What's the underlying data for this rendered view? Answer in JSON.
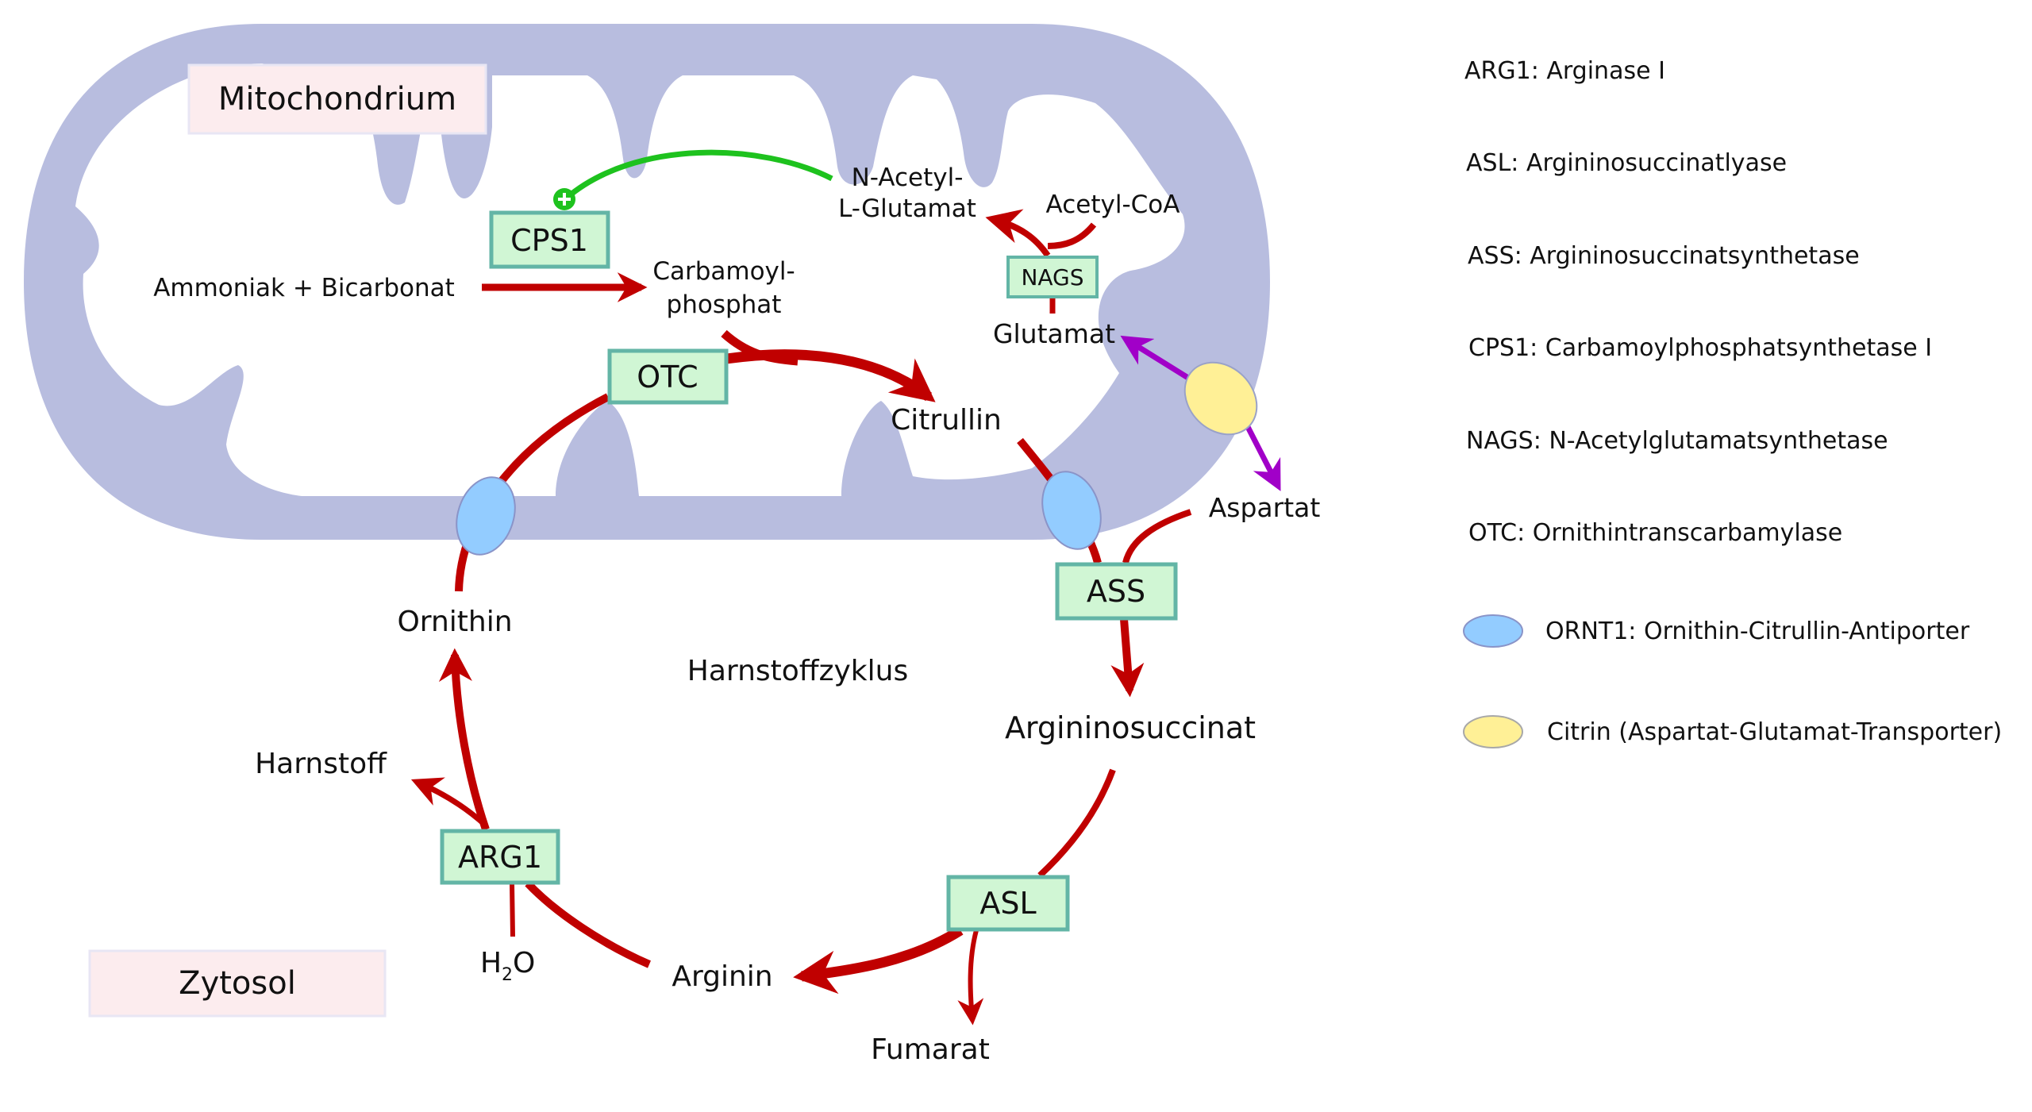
{
  "diagram": {
    "title": "Harnstoffzyklus",
    "compartments": {
      "mitochondrion": "Mitochondrium",
      "cytosol": "Zytosol"
    },
    "metabolites": {
      "ammoniak_bicarbonat": "Ammoniak + Bicarbonat",
      "carbamoylphosphat_line1": "Carbamoyl-",
      "carbamoylphosphat_line2": "phosphat",
      "n_acetyl_line1": "N-Acetyl-",
      "n_acetyl_line2": "L-Glutamat",
      "acetyl_coa": "Acetyl-CoA",
      "glutamat": "Glutamat",
      "citrullin": "Citrullin",
      "aspartat": "Aspartat",
      "ornithin": "Ornithin",
      "argininosuccinat": "Argininosuccinat",
      "harnstoff": "Harnstoff",
      "h2o_h": "H",
      "h2o_sub": "2",
      "h2o_o": "O",
      "arginin": "Arginin",
      "fumarat": "Fumarat"
    },
    "enzymes": {
      "cps1": "CPS1",
      "otc": "OTC",
      "nags": "NAGS",
      "ass": "ASS",
      "asl": "ASL",
      "arg1": "ARG1"
    },
    "activation_symbol": "+",
    "colors": {
      "reaction_arrow": "#c00000",
      "activation": "#1ec21e",
      "transport": "#a100c8",
      "membrane": "#b8bddf",
      "enzyme_fill": "#d0f6d4",
      "enzyme_border": "#63b5a6",
      "compartment_label_fill": "#fcecee",
      "ornt1": "#93ccff",
      "citrin": "#fff096"
    }
  },
  "legend": {
    "items": [
      {
        "label": "ARG1: Arginase I"
      },
      {
        "label": "ASL: Argininosuccinatlyase"
      },
      {
        "label": "ASS: Argininosuccinatsynthetase"
      },
      {
        "label": "CPS1: Carbamoylphosphatsynthetase I"
      },
      {
        "label": "NAGS: N-Acetylglutamatsynthetase"
      },
      {
        "label": "OTC: Ornithintranscarbamylase"
      },
      {
        "label": "ORNT1: Ornithin-Citrullin-Antiporter",
        "symbol": "ornt1-ellipse"
      },
      {
        "label": "Citrin (Aspartat-Glutamat-Transporter)",
        "symbol": "citrin-ellipse"
      }
    ]
  }
}
